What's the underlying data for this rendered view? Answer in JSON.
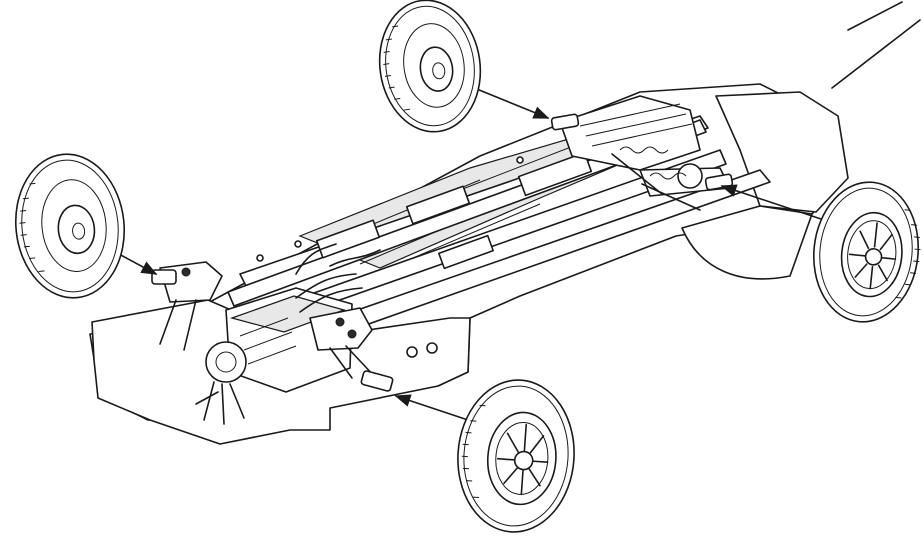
{
  "illustration": {
    "subject": "",
    "line_color": "#1a1a1a",
    "background_color": "#ffffff"
  },
  "wheels": [
    {
      "id": "wheel-rear-left-top",
      "style": "plain-hub"
    },
    {
      "id": "wheel-front-left",
      "style": "plain-hub"
    },
    {
      "id": "wheel-rear-right",
      "style": "spoked-rim"
    },
    {
      "id": "wheel-front-right-bottom",
      "style": "spoked-rim"
    }
  ]
}
